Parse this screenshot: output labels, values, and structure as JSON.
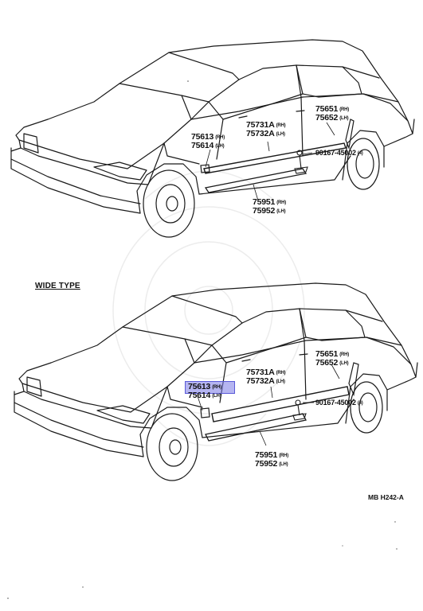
{
  "section_label": "WIDE TYPE",
  "diagram_code": "MB  H242-A",
  "highlight_color": "#7878e6",
  "diagrams": [
    {
      "id": "standard",
      "parts": [
        {
          "number": "75613",
          "side": "(RH)"
        },
        {
          "number": "75614",
          "side": "(LH)"
        },
        {
          "number": "75731A",
          "side": "(RH)"
        },
        {
          "number": "75732A",
          "side": "(LH)"
        },
        {
          "number": "75651",
          "side": "(RH)"
        },
        {
          "number": "75652",
          "side": "(LH)"
        },
        {
          "number": "90167-45002",
          "side": "(4)"
        },
        {
          "number": "75951",
          "side": "(RH)"
        },
        {
          "number": "75952",
          "side": "(LH)"
        }
      ]
    },
    {
      "id": "wide",
      "parts": [
        {
          "number": "75613",
          "side": "(RH)"
        },
        {
          "number": "75614",
          "side": "(LH)"
        },
        {
          "number": "75731A",
          "side": "(RH)"
        },
        {
          "number": "75732A",
          "side": "(LH)"
        },
        {
          "number": "75651",
          "side": "(RH)"
        },
        {
          "number": "75652",
          "side": "(LH)"
        },
        {
          "number": "90167-45002",
          "side": "(4)"
        },
        {
          "number": "75951",
          "side": "(RH)"
        },
        {
          "number": "75952",
          "side": "(LH)"
        }
      ]
    }
  ]
}
